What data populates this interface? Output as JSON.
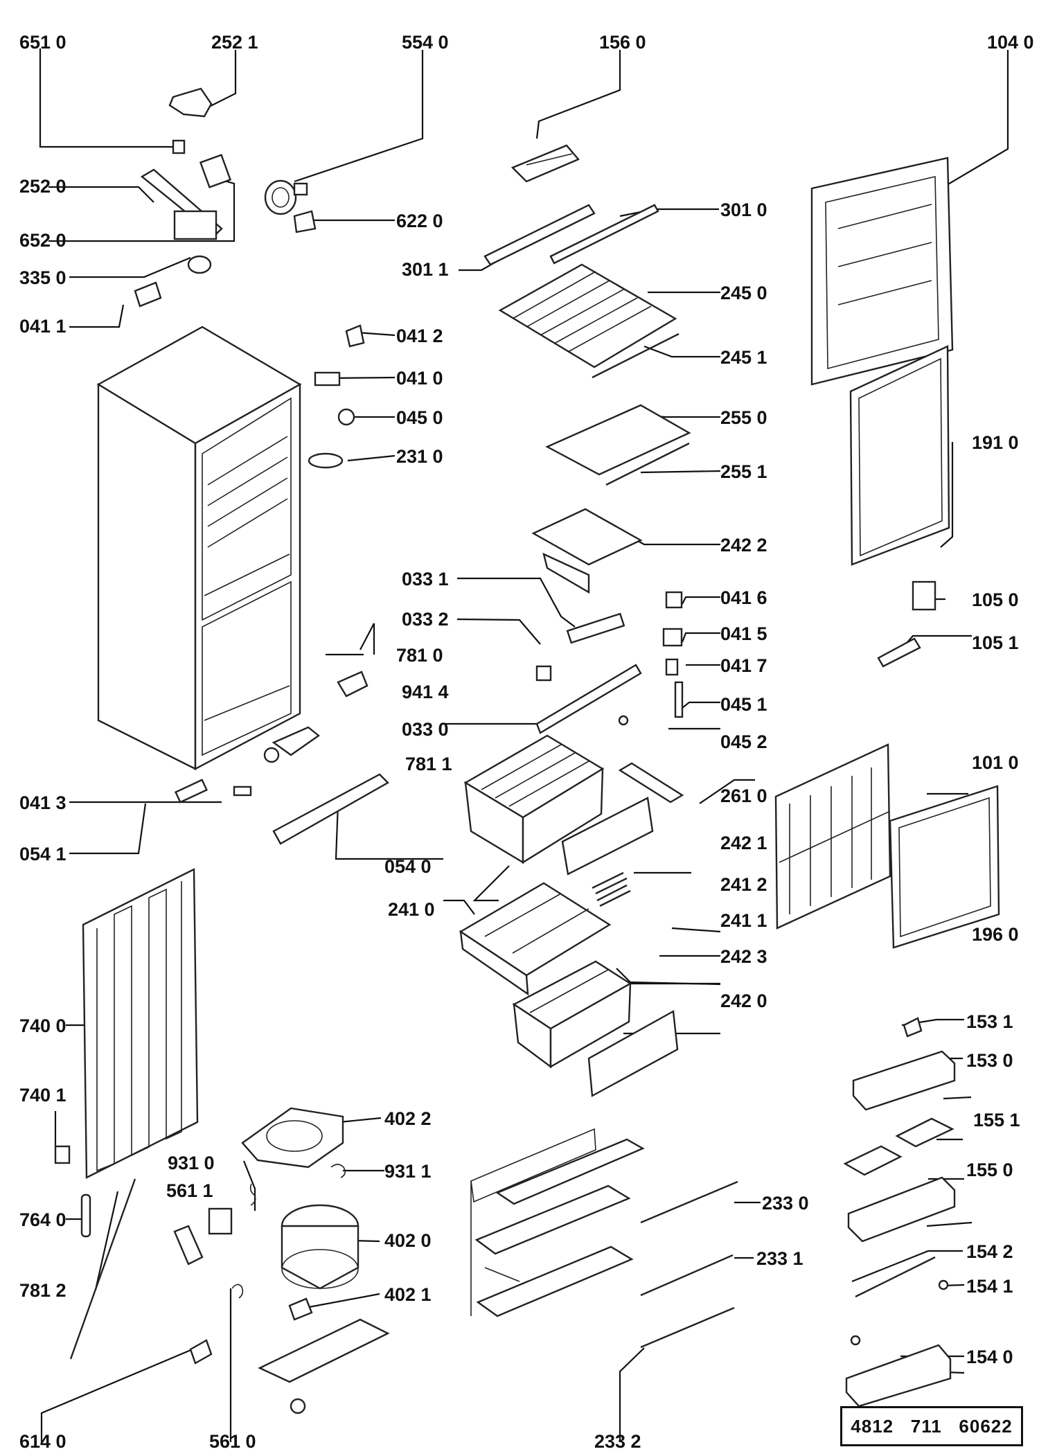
{
  "drawing_number": "4812   711   60622",
  "labels": {
    "l6510": "651 0",
    "l2521": "252 1",
    "l5540": "554 0",
    "l1560": "156 0",
    "l1040": "104 0",
    "l2520": "252 0",
    "l6520": "652 0",
    "l3350": "335 0",
    "l0411": "041 1",
    "l6220": "622 0",
    "l3010": "301 0",
    "l3011": "301 1",
    "l2450": "245 0",
    "l2451": "245 1",
    "l0412": "041 2",
    "l0410": "041 0",
    "l0450": "045 0",
    "l2310": "231 0",
    "l2550": "255 0",
    "l2551": "255 1",
    "l1910": "191 0",
    "l2422": "242 2",
    "l0331": "033 1",
    "l0332": "033 2",
    "l7810": "781 0",
    "l9414": "941 4",
    "l0330": "033 0",
    "l0416": "041 6",
    "l0415": "041 5",
    "l0417": "041 7",
    "l0451": "045 1",
    "l0452": "045 2",
    "l1050": "105 0",
    "l1051": "105 1",
    "l7811": "781 1",
    "l1010": "101 0",
    "l0413": "041 3",
    "l0541": "054 1",
    "l0540": "054 0",
    "l2610": "261 0",
    "l2421": "242 1",
    "l2412": "241 2",
    "l2411": "241 1",
    "l2410": "241 0",
    "l2423": "242 3",
    "l1960": "196 0",
    "l2420": "242 0",
    "l7400": "740 0",
    "l7401": "740 1",
    "l1531": "153 1",
    "l1530": "153 0",
    "l1551": "155 1",
    "l1550": "155 0",
    "l4022": "402 2",
    "l9310": "931 0",
    "l9311": "931 1",
    "l5611": "561 1",
    "l2330": "233 0",
    "l7640": "764 0",
    "l4020": "402 0",
    "l2331": "233 1",
    "l1542": "154 2",
    "l1541": "154 1",
    "l7812": "781 2",
    "l4021": "402 1",
    "l1540": "154 0",
    "l6140": "614 0",
    "l5610": "561 0",
    "l2332": "233 2"
  }
}
